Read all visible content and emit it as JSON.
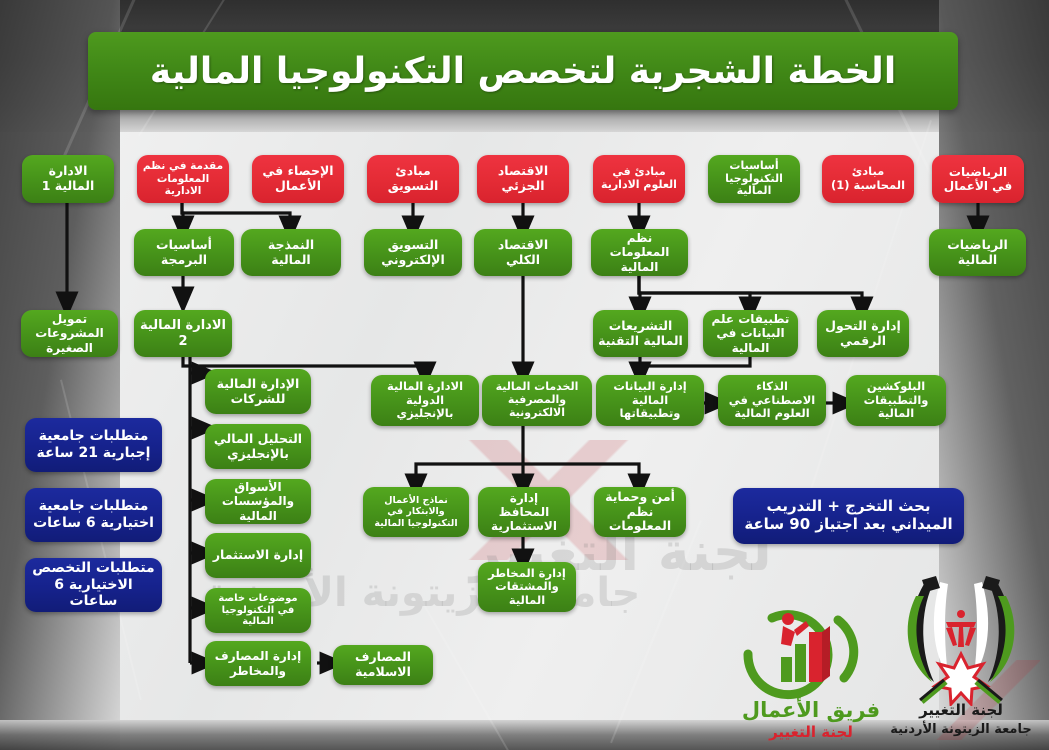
{
  "header": {
    "title": "الخطة الشجرية لتخصص التكنولوجيا المالية"
  },
  "nodes": {
    "row1": [
      {
        "id": "fin-mgmt-1",
        "label": "الادارة المالية 1",
        "color": "green"
      },
      {
        "id": "intro-mis",
        "label": "مقدمة في نظم المعلومات الادارية",
        "color": "red"
      },
      {
        "id": "business-stats",
        "label": "الإحصاء في الأعمال",
        "color": "red"
      },
      {
        "id": "marketing-prin",
        "label": "مبادئ التسويق",
        "color": "red"
      },
      {
        "id": "micro-econ",
        "label": "الاقتصاد الجزئي",
        "color": "red"
      },
      {
        "id": "admin-sci-prin",
        "label": "مبادئ في العلوم الادارية",
        "color": "red"
      },
      {
        "id": "fintech-basics",
        "label": "أساسيات التكنولوجيا المالية",
        "color": "green"
      },
      {
        "id": "accounting-1",
        "label": "مبادئ المحاسبة (1)",
        "color": "red"
      },
      {
        "id": "business-math",
        "label": "الرياضيات في الأعمال",
        "color": "red"
      }
    ],
    "row2": [
      {
        "id": "prog-basics",
        "label": "أساسيات البرمجة",
        "color": "green"
      },
      {
        "id": "fin-modeling",
        "label": "النمذجة المالية",
        "color": "green"
      },
      {
        "id": "e-marketing",
        "label": "التسويق الإلكتروني",
        "color": "green"
      },
      {
        "id": "macro-econ",
        "label": "الاقتصاد الكلي",
        "color": "green"
      },
      {
        "id": "fin-info-sys",
        "label": "نظم المعلومات المالية",
        "color": "green"
      },
      {
        "id": "fin-math",
        "label": "الرياضيات المالية",
        "color": "green"
      }
    ],
    "row3": [
      {
        "id": "small-proj-fin",
        "label": "تمويل المشروعات الصغيرة",
        "color": "green"
      },
      {
        "id": "fin-mgmt-2",
        "label": "الادارة المالية 2",
        "color": "green"
      },
      {
        "id": "fintech-legis",
        "label": "التشريعات المالية التقنية",
        "color": "green"
      },
      {
        "id": "data-sci-apps",
        "label": "تطبيقات علم البيانات في المالية",
        "color": "green"
      },
      {
        "id": "digital-transf",
        "label": "إدارة التحول الرقمي",
        "color": "green"
      }
    ],
    "row4": [
      {
        "id": "intl-fin-eng",
        "label": "الادارة المالية الدولية بالإنجليزي",
        "color": "green"
      },
      {
        "id": "e-banking",
        "label": "الخدمات المالية والمصرفية الالكترونية",
        "color": "green"
      },
      {
        "id": "data-mgmt",
        "label": "إدارة البيانات المالية وتطبيقاتها",
        "color": "green"
      },
      {
        "id": "ai-finance",
        "label": "الذكاء الاصطناعي في العلوم المالية",
        "color": "green"
      },
      {
        "id": "blockchain",
        "label": "البلوكشين والتطبيقات المالية",
        "color": "green"
      }
    ],
    "row5": [
      {
        "id": "biz-models",
        "label": "نماذج الأعمال والابتكار في التكنولوجيا المالية",
        "color": "green"
      },
      {
        "id": "portfolio-mgmt",
        "label": "إدارة المحافظ الاستثمارية",
        "color": "green"
      },
      {
        "id": "info-security",
        "label": "أمن وحماية نظم المعلومات",
        "color": "green"
      }
    ],
    "row6": [
      {
        "id": "risk-derivs",
        "label": "إدارة المخاطر والمشتقات المالية",
        "color": "green"
      }
    ],
    "track": [
      {
        "id": "corp-fin-mgmt",
        "label": "الإدارة المالية للشركات",
        "color": "green"
      },
      {
        "id": "fin-analysis-eng",
        "label": "التحليل المالي بالإنجليزي",
        "color": "green"
      },
      {
        "id": "markets-inst",
        "label": "الأسواق والمؤسسات المالية",
        "color": "green"
      },
      {
        "id": "investment-mgmt",
        "label": "إدارة الاستثمار",
        "color": "green"
      },
      {
        "id": "special-topics",
        "label": "موضوعات خاصة في التكنولوجيا المالية",
        "color": "green"
      },
      {
        "id": "banks-risk",
        "label": "إدارة المصارف والمخاطر",
        "color": "green"
      },
      {
        "id": "islamic-banks",
        "label": "المصارف الاسلامية",
        "color": "green"
      }
    ],
    "requirements": [
      {
        "id": "univ-mandatory",
        "label": "متطلبات جامعية إجبارية 21 ساعة",
        "color": "blue"
      },
      {
        "id": "univ-elective",
        "label": "متطلبات جامعية اختيارية 6 ساعات",
        "color": "blue"
      },
      {
        "id": "major-elective",
        "label": "متطلبات التخصص الاختيارية 6 ساعات",
        "color": "blue"
      }
    ],
    "graduation": {
      "id": "graduation-box",
      "label": "بحث التخرج + التدريب الميداني بعد اجتياز 90 ساعة",
      "color": "blue"
    }
  },
  "logos": {
    "business_team": {
      "line1": "فريق الأعمال",
      "line2": "لجنة التغيير"
    },
    "university": {
      "line1": "لجنة التغيير",
      "line2": "جامعة الزيتونة الأردنية"
    }
  },
  "watermarks": {
    "committee": "لجنة التغيير",
    "university": "جامعة الزيتونة الأردنية"
  },
  "colors": {
    "green": "#47941a",
    "red": "#e52c36",
    "blue": "#16228c",
    "title_green": "#3f8616",
    "wire": "#111111"
  }
}
